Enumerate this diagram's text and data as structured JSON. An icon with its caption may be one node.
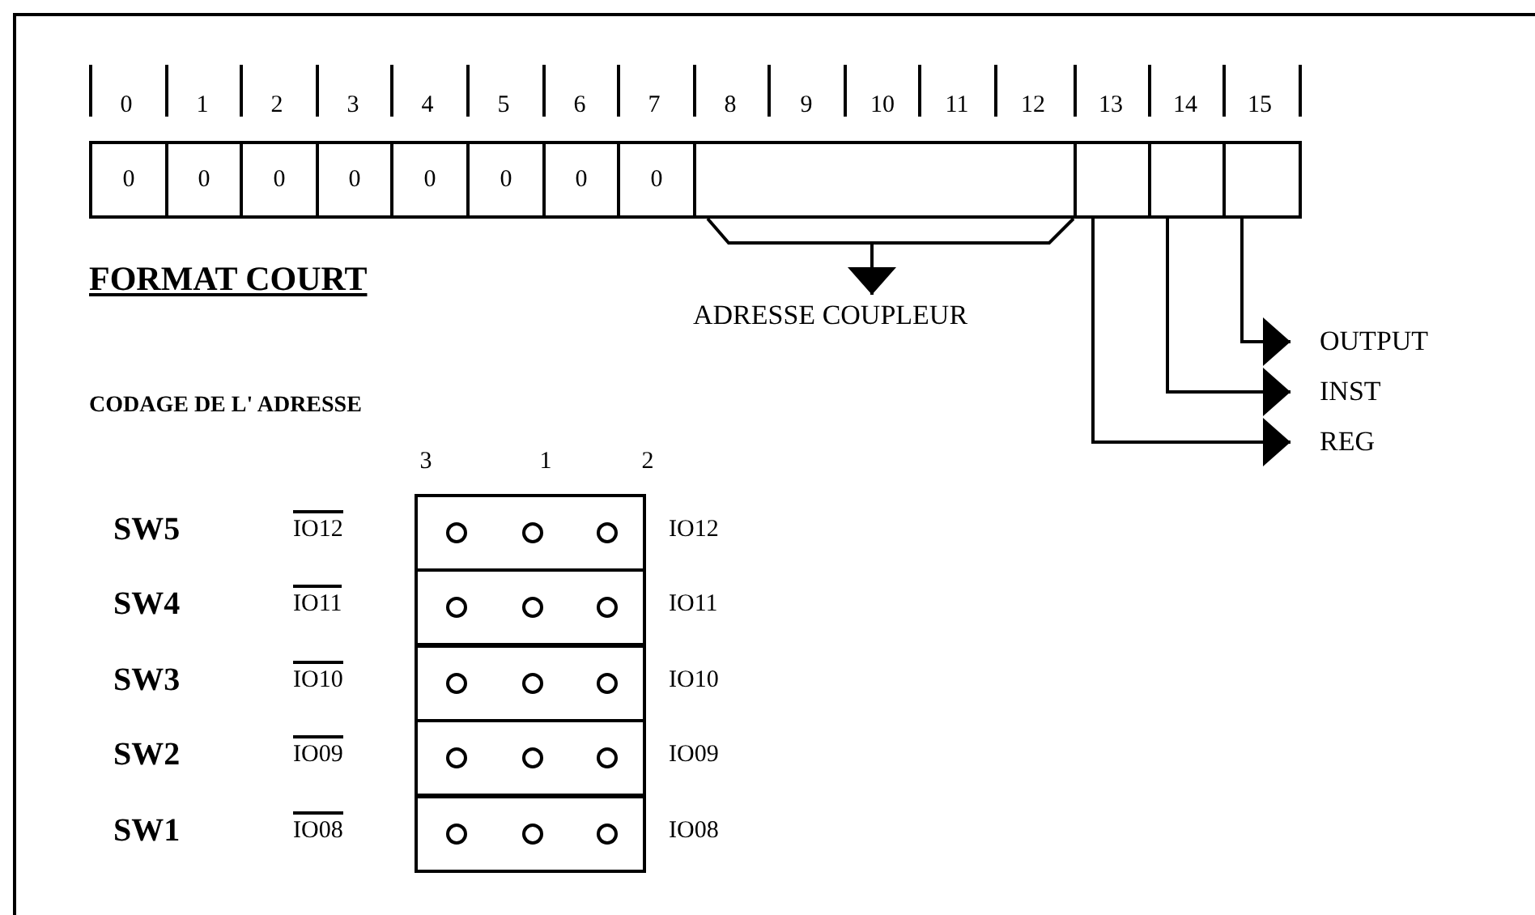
{
  "diagram": {
    "nodes": [
      {
        "text": [
          "0"
        ]
      },
      {
        "text": [
          "0"
        ]
      },
      {
        "text": [
          "0"
        ]
      },
      {
        "text": [
          "0"
        ]
      },
      {
        "text": [
          "0"
        ]
      },
      {
        "text": [
          "0"
        ]
      },
      {
        "text": [
          "0"
        ]
      },
      {
        "text": [
          "0"
        ]
      },
      {
        "text": [],
        "shape": "box"
      },
      {
        "text": [],
        "shape": "box"
      },
      {
        "text": [],
        "shape": "box"
      },
      {
        "text": [],
        "shape": "box"
      },
      {
        "text": [
          "ADRESSE COUPLEUR"
        ]
      },
      {
        "text": [
          "OUTPUT"
        ]
      },
      {
        "text": [
          "INST"
        ]
      },
      {
        "text": [
          "REG"
        ]
      },
      {
        "text": [],
        "shape": "box"
      },
      {
        "text": [],
        "shape": "box"
      },
      {
        "text": [],
        "shape": "box"
      },
      {
        "text": [],
        "shape": "box"
      },
      {
        "text": [],
        "shape": "box"
      }
    ],
    "edges": [
      {
        "from": 8,
        "to": 12,
        "arrow": "to"
      },
      {
        "from": 11,
        "to": 13,
        "arrow": "to"
      },
      {
        "from": 10,
        "to": 14,
        "arrow": "to"
      },
      {
        "from": 9,
        "to": 15,
        "arrow": "to"
      }
    ],
    "labels": [
      "0",
      "1",
      "2",
      "3",
      "4",
      "5",
      "6",
      "7",
      "8",
      "9",
      "10",
      "11",
      "12",
      "13",
      "14",
      "15",
      "FORMAT COURT",
      "CODAGE DE L' ADRESSE",
      "3",
      "1",
      "2",
      "SW5",
      "IO12",
      "IO12",
      "SW4",
      "IO11",
      "IO11",
      "SW3",
      "IO10",
      "IO10",
      "SW2",
      "IO09",
      "IO09",
      "SW1",
      "IO08",
      "IO08"
    ]
  }
}
